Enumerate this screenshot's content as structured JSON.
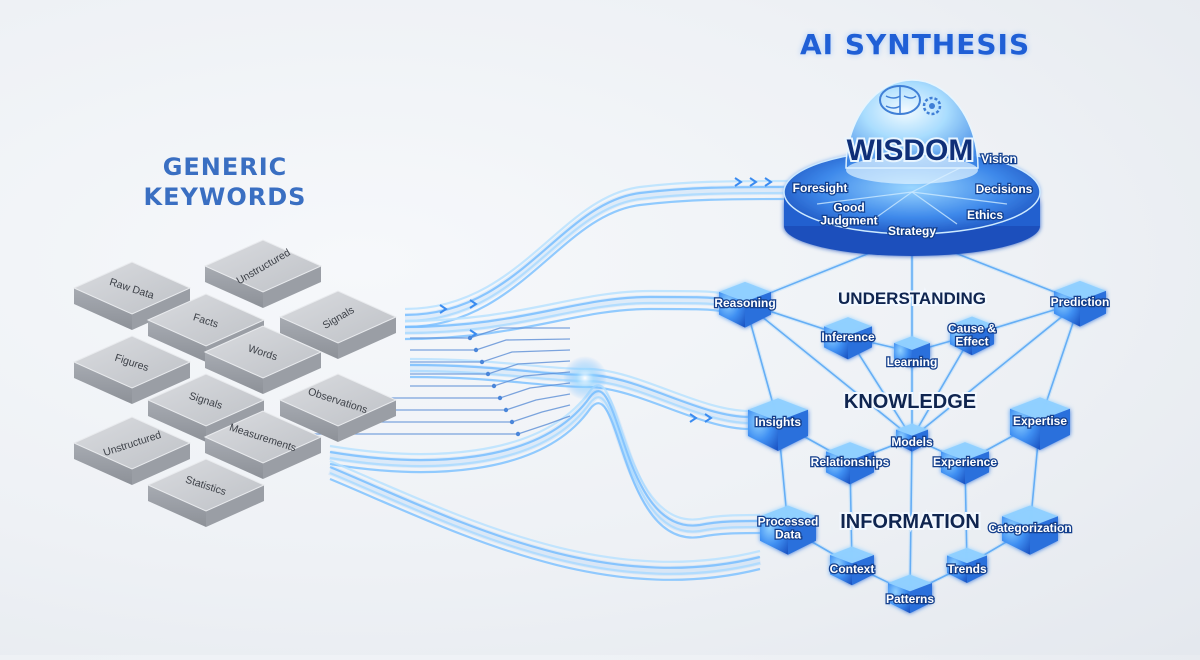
{
  "headings": {
    "ai_synthesis": "AI SYNTHESIS",
    "generic_line1": "GENERIC",
    "generic_line2": "KEYWORDS"
  },
  "tiles": [
    {
      "label": "Raw Data"
    },
    {
      "label": "Unstructured"
    },
    {
      "label": "Facts"
    },
    {
      "label": "Signals"
    },
    {
      "label": "Figures"
    },
    {
      "label": "Words"
    },
    {
      "label": "Signals"
    },
    {
      "label": "Observations"
    },
    {
      "label": "Unstructured"
    },
    {
      "label": "Measurements"
    },
    {
      "label": "Statistics"
    }
  ],
  "wisdom": {
    "title": "WISDOM",
    "segments": [
      "Foresight",
      "Good Judgment",
      "Strategy",
      "Ethics",
      "Decisions",
      "Vision"
    ]
  },
  "tiers": {
    "understanding": {
      "title": "UNDERSTANDING",
      "nodes": [
        "Reasoning",
        "Inference",
        "Learning",
        "Cause & Effect",
        "Prediction"
      ]
    },
    "knowledge": {
      "title": "KNOWLEDGE",
      "nodes": [
        "Insights",
        "Relationships",
        "Models",
        "Experience",
        "Expertise"
      ]
    },
    "information": {
      "title": "INFORMATION",
      "nodes": [
        "Processed Data",
        "Context",
        "Patterns",
        "Trends",
        "Categorization"
      ]
    }
  },
  "colors": {
    "accent": "#1f5fd6",
    "glow": "#4aa3ff",
    "tile": "#c9ccd1",
    "heading_left": "#3a6fc2",
    "label_dark": "#0f2550"
  }
}
